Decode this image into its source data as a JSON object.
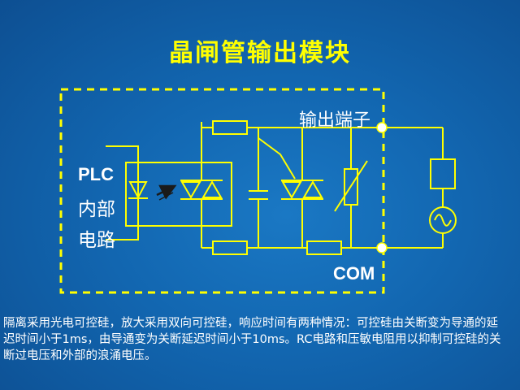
{
  "title": "晶闸管输出模块",
  "labels": {
    "plc": "PLC",
    "internal_1": "内部",
    "internal_2": "电路",
    "output_terminal": "输出端子",
    "com": "COM"
  },
  "description": "隔离采用光电可控硅，放大采用双向可控硅，响应时间有两种情况：可控硅由关断变为导通的延迟时间小于1ms，由导通变为关断延迟时间小于10ms。RC电路和压敏电阻用以抑制可控硅的关断过电压和外部的浪涌电压。",
  "colors": {
    "background": "#1266b0",
    "circuit": "#ffff00",
    "title": "#ffff00",
    "text": "#ffffff"
  },
  "components": [
    "optocoupler-led-icon",
    "light-arrow-icon",
    "opto-triac-icon",
    "resistor-icon",
    "capacitor-icon",
    "triac-icon",
    "varistor-icon",
    "load-icon",
    "ac-source-icon",
    "terminal-icon"
  ]
}
